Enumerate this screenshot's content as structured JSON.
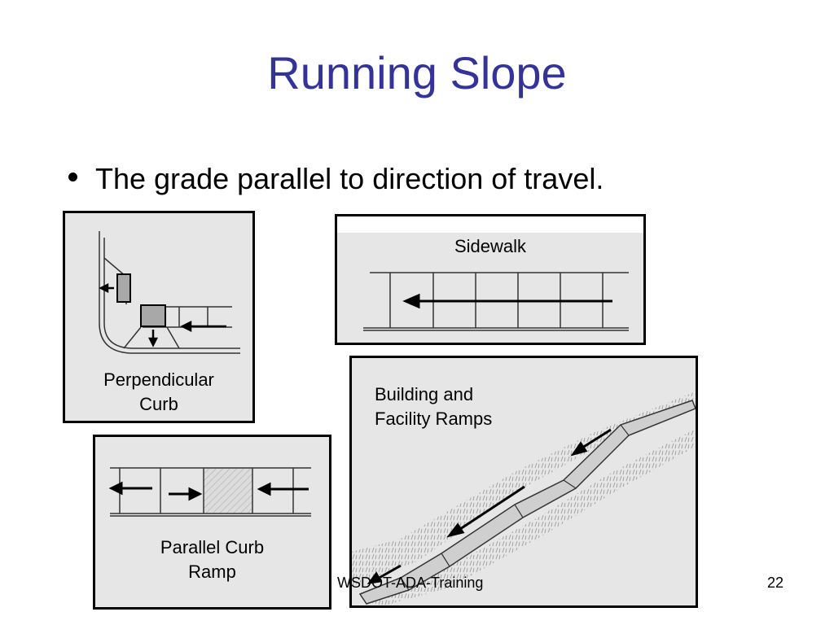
{
  "slide": {
    "title": "Running Slope",
    "bullet": "The grade parallel to direction of travel."
  },
  "panels": {
    "perpendicular": {
      "caption_line1": "Perpendicular",
      "caption_line2": "Curb"
    },
    "sidewalk": {
      "caption": "Sidewalk"
    },
    "building": {
      "caption_line1": "Building and",
      "caption_line2": "Facility Ramps"
    },
    "parallel": {
      "caption_line1": "Parallel Curb",
      "caption_line2": "Ramp"
    }
  },
  "footer": {
    "text": "WSDOT-ADA-Training",
    "page_number": "22"
  },
  "colors": {
    "title": "#333399",
    "panel_bg": "#e6e6e6"
  }
}
